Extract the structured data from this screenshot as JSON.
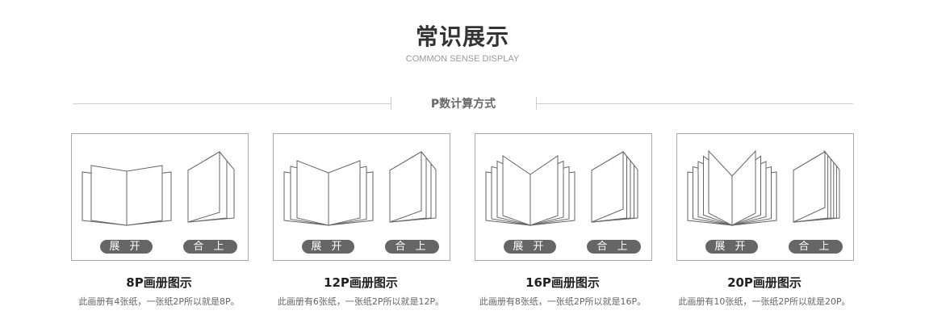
{
  "header": {
    "title": "常识展示",
    "subtitle": "COMMON SENSE DISPLAY",
    "section": "P数计算方式"
  },
  "cards": [
    {
      "title": "8P画册图示",
      "desc": "此画册有4张纸，一张纸2P所以就是8P。",
      "open": "展 开",
      "close": "合 上",
      "sheets": 4
    },
    {
      "title": "12P画册图示",
      "desc": "此画册有6张纸，一张纸2P所以就是12P。",
      "open": "展 开",
      "close": "合 上",
      "sheets": 6
    },
    {
      "title": "16P画册图示",
      "desc": "此画册有8张纸，一张纸2P所以就是16P。",
      "open": "展 开",
      "close": "合 上",
      "sheets": 8
    },
    {
      "title": "20P画册图示",
      "desc": "此画册有10张纸，一张纸2P所以就是20P。",
      "open": "展 开",
      "close": "合 上",
      "sheets": 10
    }
  ]
}
